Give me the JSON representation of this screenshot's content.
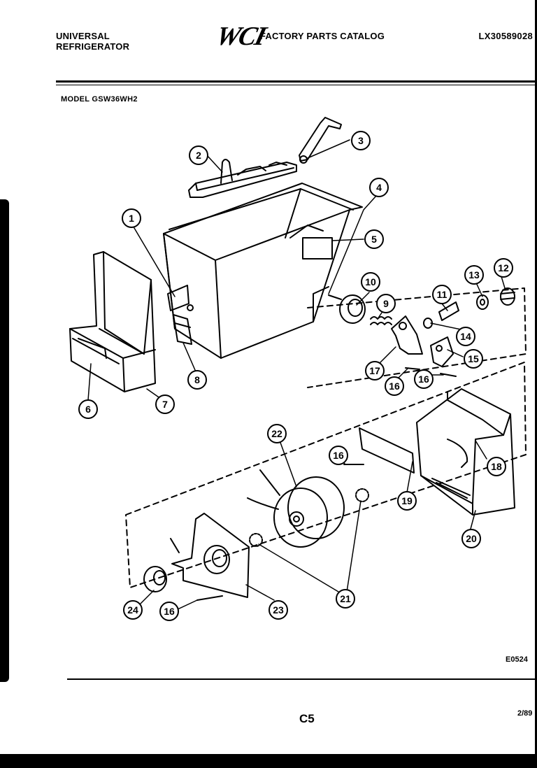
{
  "header": {
    "brand_line1": "UNIVERSAL",
    "brand_line2": "REFRIGERATOR",
    "logo_text": "WCI",
    "catalog_title": "FACTORY PARTS CATALOG",
    "catalog_code": "LX30589028"
  },
  "model_label": "MODEL GSW36WH2",
  "parts": {
    "p1": "1",
    "p2": "2",
    "p3": "3",
    "p4": "4",
    "p5": "5",
    "p6": "6",
    "p7": "7",
    "p8": "8",
    "p9": "9",
    "p10": "10",
    "p11": "11",
    "p12": "12",
    "p13": "13",
    "p14": "14",
    "p15": "15",
    "p16a": "16",
    "p16b": "16",
    "p16c": "16",
    "p16d": "16",
    "p17": "17",
    "p18": "18",
    "p19": "19",
    "p20": "20",
    "p21": "21",
    "p22": "22",
    "p23": "23",
    "p24": "24"
  },
  "footer": {
    "drawing_code": "E0524",
    "page": "C5",
    "date": "2/89"
  }
}
